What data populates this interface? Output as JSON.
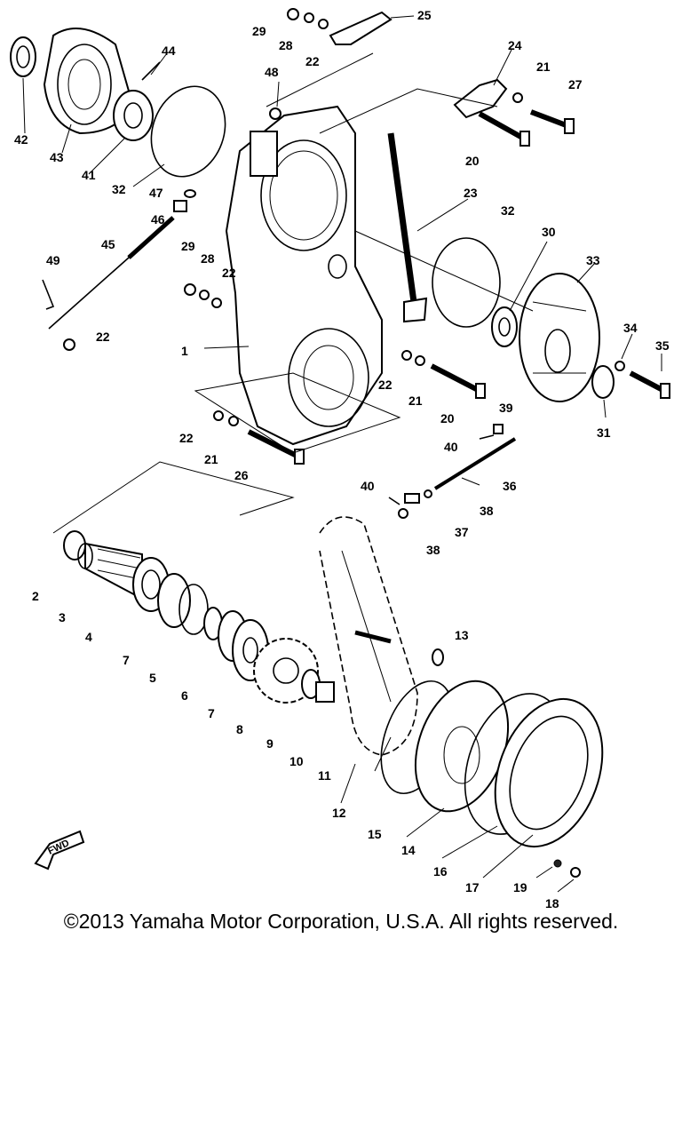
{
  "copyright": "©2013 Yamaha Motor Corporation, U.S.A. All rights reserved.",
  "fwd_marker": "FWD",
  "part_labels": [
    "1",
    "2",
    "3",
    "4",
    "5",
    "6",
    "7",
    "7",
    "8",
    "9",
    "10",
    "11",
    "12",
    "13",
    "14",
    "15",
    "16",
    "17",
    "18",
    "19",
    "20",
    "20",
    "21",
    "21",
    "21",
    "22",
    "22",
    "22",
    "22",
    "22",
    "23",
    "24",
    "25",
    "26",
    "27",
    "28",
    "28",
    "29",
    "29",
    "30",
    "31",
    "32",
    "32",
    "33",
    "34",
    "35",
    "36",
    "37",
    "38",
    "38",
    "39",
    "40",
    "40",
    "41",
    "42",
    "43",
    "44",
    "45",
    "46",
    "47",
    "48",
    "49"
  ]
}
